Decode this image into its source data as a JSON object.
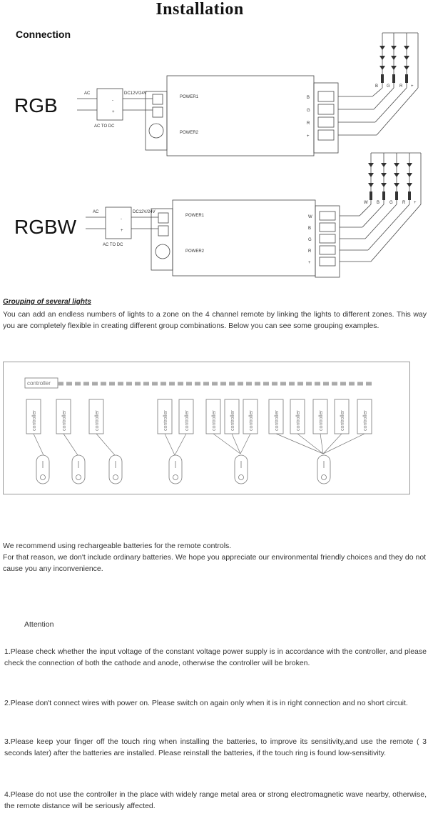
{
  "page": {
    "title": "Installation",
    "connection_heading": "Connection"
  },
  "diagram_rgb": {
    "label": "RGB",
    "ac": "AC",
    "psu_minus": "-",
    "psu_plus": "+",
    "psu_output": "DC12V/24V",
    "psu_label": "AC TO DC",
    "power1": "POWER1",
    "power2": "POWER2",
    "terminals": [
      "B",
      "G",
      "R",
      "+"
    ],
    "led_labels": [
      "B",
      "G",
      "R",
      "+"
    ]
  },
  "diagram_rgbw": {
    "label": "RGBW",
    "ac": "AC",
    "psu_minus": "-",
    "psu_plus": "+",
    "psu_output": "DC12V/24V",
    "psu_label": "AC TO DC",
    "power1": "POWER1",
    "power2": "POWER2",
    "terminals": [
      "W",
      "B",
      "G",
      "R",
      "+"
    ],
    "led_labels": [
      "W",
      "B",
      "G",
      "R",
      "+"
    ]
  },
  "grouping": {
    "title": "Grouping of several lights",
    "paragraph": "You can add an endless numbers of lights to a zone on the 4 channel remote by linking the lights to different zones. This way you are completely flexible in creating different group combinations. Below you can see some grouping examples.",
    "strip_label": "controller",
    "device_label": "controller"
  },
  "batteries": {
    "line1": "We recommend using rechargeable batteries for the remote controls.",
    "line2": "For that reason, we don't include ordinary batteries. We hope you appreciate our environmental friendly choices and they do not cause you any inconvenience."
  },
  "attention": {
    "heading": "Attention",
    "notes": [
      "1.Please check whether the input voltage of the constant voltage power supply is in accordance with the controller, and please check the connection of both  the cathode and anode, otherwise the controller will be broken.",
      "2.Please don't connect wires with power on. Please switch on again only when it is in right connection and no short circuit.",
      "3.Please keep your finger off the touch ring when installing the batteries, to   improve its sensitivity,and use the remote ( 3 seconds later) after the batteries are installed.   Please reinstall the batteries, if the touch ring is found low-sensitivity.",
      "4.Please do not use the controller in the place with widely range metal area  or  strong electromagnetic wave nearby, otherwise, the  remote  distance  will  be  seriously affected."
    ]
  }
}
